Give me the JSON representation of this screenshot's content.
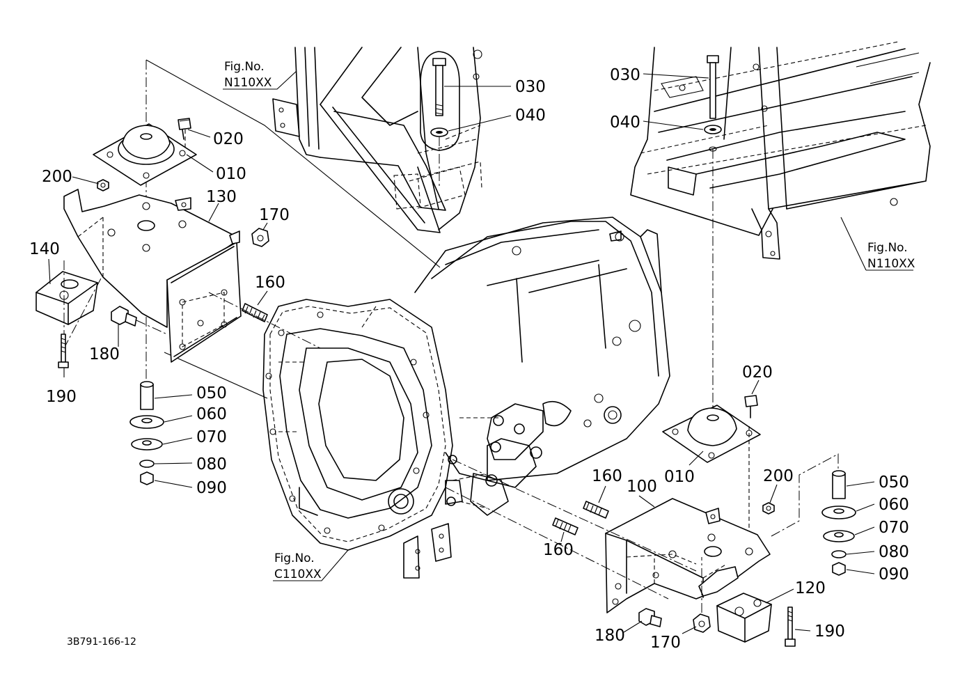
{
  "drawing_code": "3B791-166-12",
  "figure_refs": [
    {
      "key": "n110_left",
      "label": "Fig.No.",
      "code": "N110XX"
    },
    {
      "key": "n110_right",
      "label": "Fig.No.",
      "code": "N110XX"
    },
    {
      "key": "c110",
      "label": "Fig.No.",
      "code": "C110XX"
    }
  ],
  "part_callouts": {
    "l_020": "020",
    "l_010": "010",
    "l_200": "200",
    "l_130": "130",
    "l_170": "170",
    "l_140": "140",
    "l_160": "160",
    "l_180": "180",
    "l_190": "190",
    "l_050": "050",
    "l_060": "060",
    "l_070": "070",
    "l_080": "080",
    "l_090": "090",
    "t_030": "030",
    "t_040": "040",
    "r_030": "030",
    "r_040": "040",
    "r_020": "020",
    "r_010": "010",
    "r_100": "100",
    "r_200": "200",
    "r_050": "050",
    "r_060": "060",
    "r_070": "070",
    "r_080": "080",
    "r_090": "090",
    "r_160a": "160",
    "r_160b": "160",
    "r_120": "120",
    "r_190": "190",
    "r_180": "180",
    "r_170": "170"
  }
}
